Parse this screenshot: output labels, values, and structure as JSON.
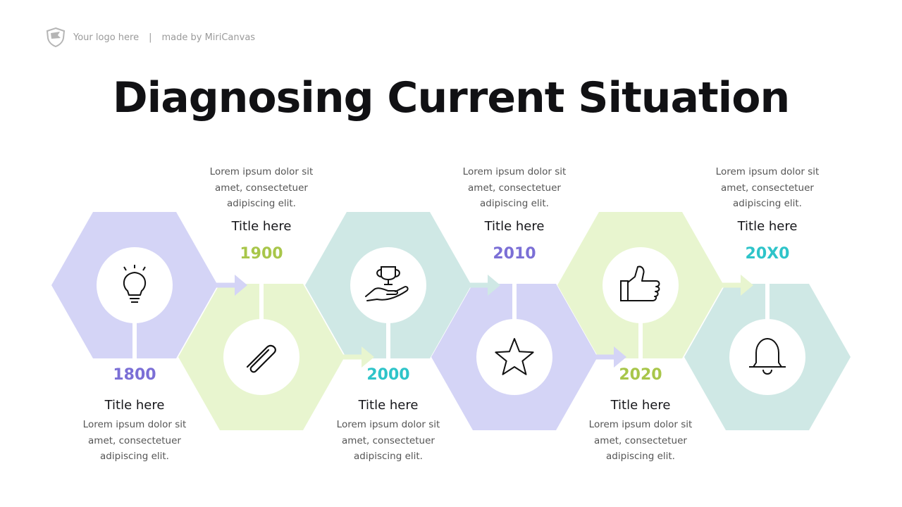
{
  "header": {
    "logo_icon": "shield-flag-icon",
    "logo_text": "Your logo here",
    "separator": "|",
    "made_by": "made by MiriCanvas"
  },
  "title": "Diagnosing Current Situation",
  "colors": {
    "purple": "#d4d4f6",
    "green": "#e8f5cf",
    "teal": "#cfe8e5",
    "year_purple": "#7b6fd6",
    "year_green": "#a8c64a",
    "year_teal": "#2ec4c9"
  },
  "steps": [
    {
      "year": "1800",
      "title": "Title here",
      "desc": "Lorem ipsum dolor sit amet, consectetuer adipiscing elit.",
      "icon": "lightbulb-icon",
      "color": "purple",
      "year_color": "year_purple"
    },
    {
      "year": "1900",
      "title": "Title here",
      "desc": "Lorem ipsum dolor sit amet, consectetuer adipiscing elit.",
      "icon": "paperclip-icon",
      "color": "green",
      "year_color": "year_green"
    },
    {
      "year": "2000",
      "title": "Title here",
      "desc": "Lorem ipsum dolor sit amet, consectetuer adipiscing elit.",
      "icon": "trophy-hand-icon",
      "color": "teal",
      "year_color": "year_teal"
    },
    {
      "year": "2010",
      "title": "Title here",
      "desc": "Lorem ipsum dolor sit amet, consectetuer adipiscing elit.",
      "icon": "star-icon",
      "color": "purple",
      "year_color": "year_purple"
    },
    {
      "year": "2020",
      "title": "Title here",
      "desc": "Lorem ipsum dolor sit amet, consectetuer adipiscing elit.",
      "icon": "thumbs-up-icon",
      "color": "green",
      "year_color": "year_green"
    },
    {
      "year": "20X0",
      "title": "Title here",
      "desc": "Lorem ipsum dolor sit amet, consectetuer adipiscing elit.",
      "icon": "bell-icon",
      "color": "teal",
      "year_color": "year_teal"
    }
  ]
}
